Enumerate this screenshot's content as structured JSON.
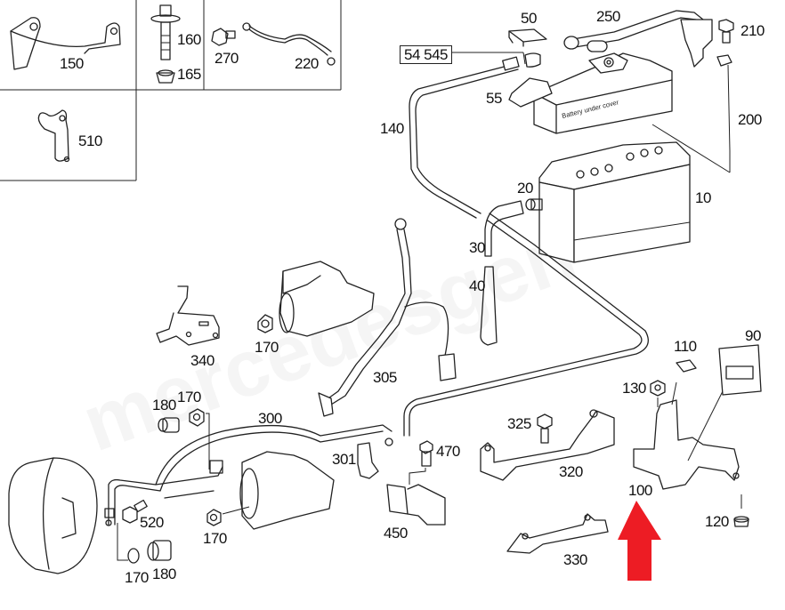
{
  "diagram": {
    "title": "Battery / starter / alternator wiring parts diagram",
    "watermark": "mercedesgen",
    "battery_cover_text": "Battery under cover",
    "highlight": {
      "arrow_color": "#ED1C24",
      "target_part": "100"
    },
    "reference_box": "54 545",
    "parts": [
      {
        "id": "150",
        "label": "150"
      },
      {
        "id": "160",
        "label": "160"
      },
      {
        "id": "165",
        "label": "165"
      },
      {
        "id": "270",
        "label": "270"
      },
      {
        "id": "220",
        "label": "220"
      },
      {
        "id": "510",
        "label": "510"
      },
      {
        "id": "50",
        "label": "50"
      },
      {
        "id": "250",
        "label": "250"
      },
      {
        "id": "210",
        "label": "210"
      },
      {
        "id": "55",
        "label": "55"
      },
      {
        "id": "140",
        "label": "140"
      },
      {
        "id": "200",
        "label": "200"
      },
      {
        "id": "20",
        "label": "20"
      },
      {
        "id": "10",
        "label": "10"
      },
      {
        "id": "30",
        "label": "30"
      },
      {
        "id": "40",
        "label": "40"
      },
      {
        "id": "340",
        "label": "340"
      },
      {
        "id": "170a",
        "label": "170"
      },
      {
        "id": "305",
        "label": "305"
      },
      {
        "id": "110",
        "label": "110"
      },
      {
        "id": "90",
        "label": "90"
      },
      {
        "id": "130",
        "label": "130"
      },
      {
        "id": "180a",
        "label": "180"
      },
      {
        "id": "170b",
        "label": "170"
      },
      {
        "id": "300",
        "label": "300"
      },
      {
        "id": "325",
        "label": "325"
      },
      {
        "id": "301",
        "label": "301"
      },
      {
        "id": "470",
        "label": "470"
      },
      {
        "id": "320",
        "label": "320"
      },
      {
        "id": "100",
        "label": "100"
      },
      {
        "id": "520",
        "label": "520"
      },
      {
        "id": "170c",
        "label": "170"
      },
      {
        "id": "450",
        "label": "450"
      },
      {
        "id": "120",
        "label": "120"
      },
      {
        "id": "330",
        "label": "330"
      },
      {
        "id": "170d",
        "label": "170"
      },
      {
        "id": "180b",
        "label": "180"
      }
    ]
  }
}
